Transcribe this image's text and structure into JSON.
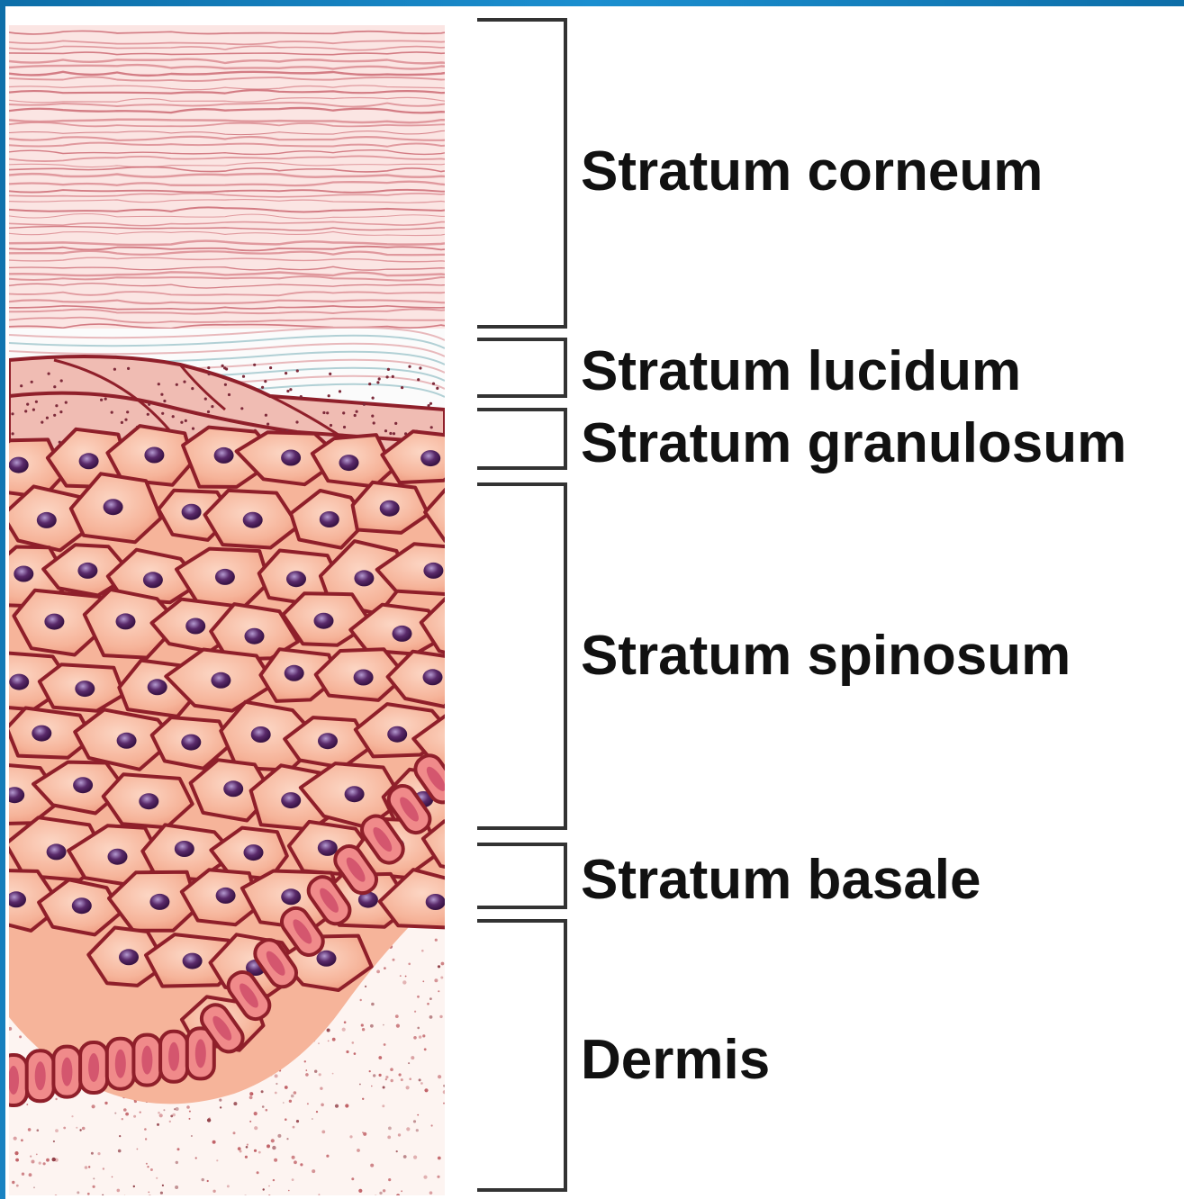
{
  "labels": {
    "corneum": "Stratum corneum",
    "lucidum": "Stratum lucidum",
    "granulosum": "Stratum granulosum",
    "spinosum": "Stratum spinosum",
    "basale": "Stratum basale",
    "dermis": "Dermis"
  },
  "colors": {
    "frame": "#1b8fd0",
    "cell_fill": "#f6b49a",
    "cell_border": "#8f1f2a",
    "nucleus": "#5a2a6a",
    "fiber": "#d9868c",
    "dermis_speckle": "#b5464d"
  }
}
